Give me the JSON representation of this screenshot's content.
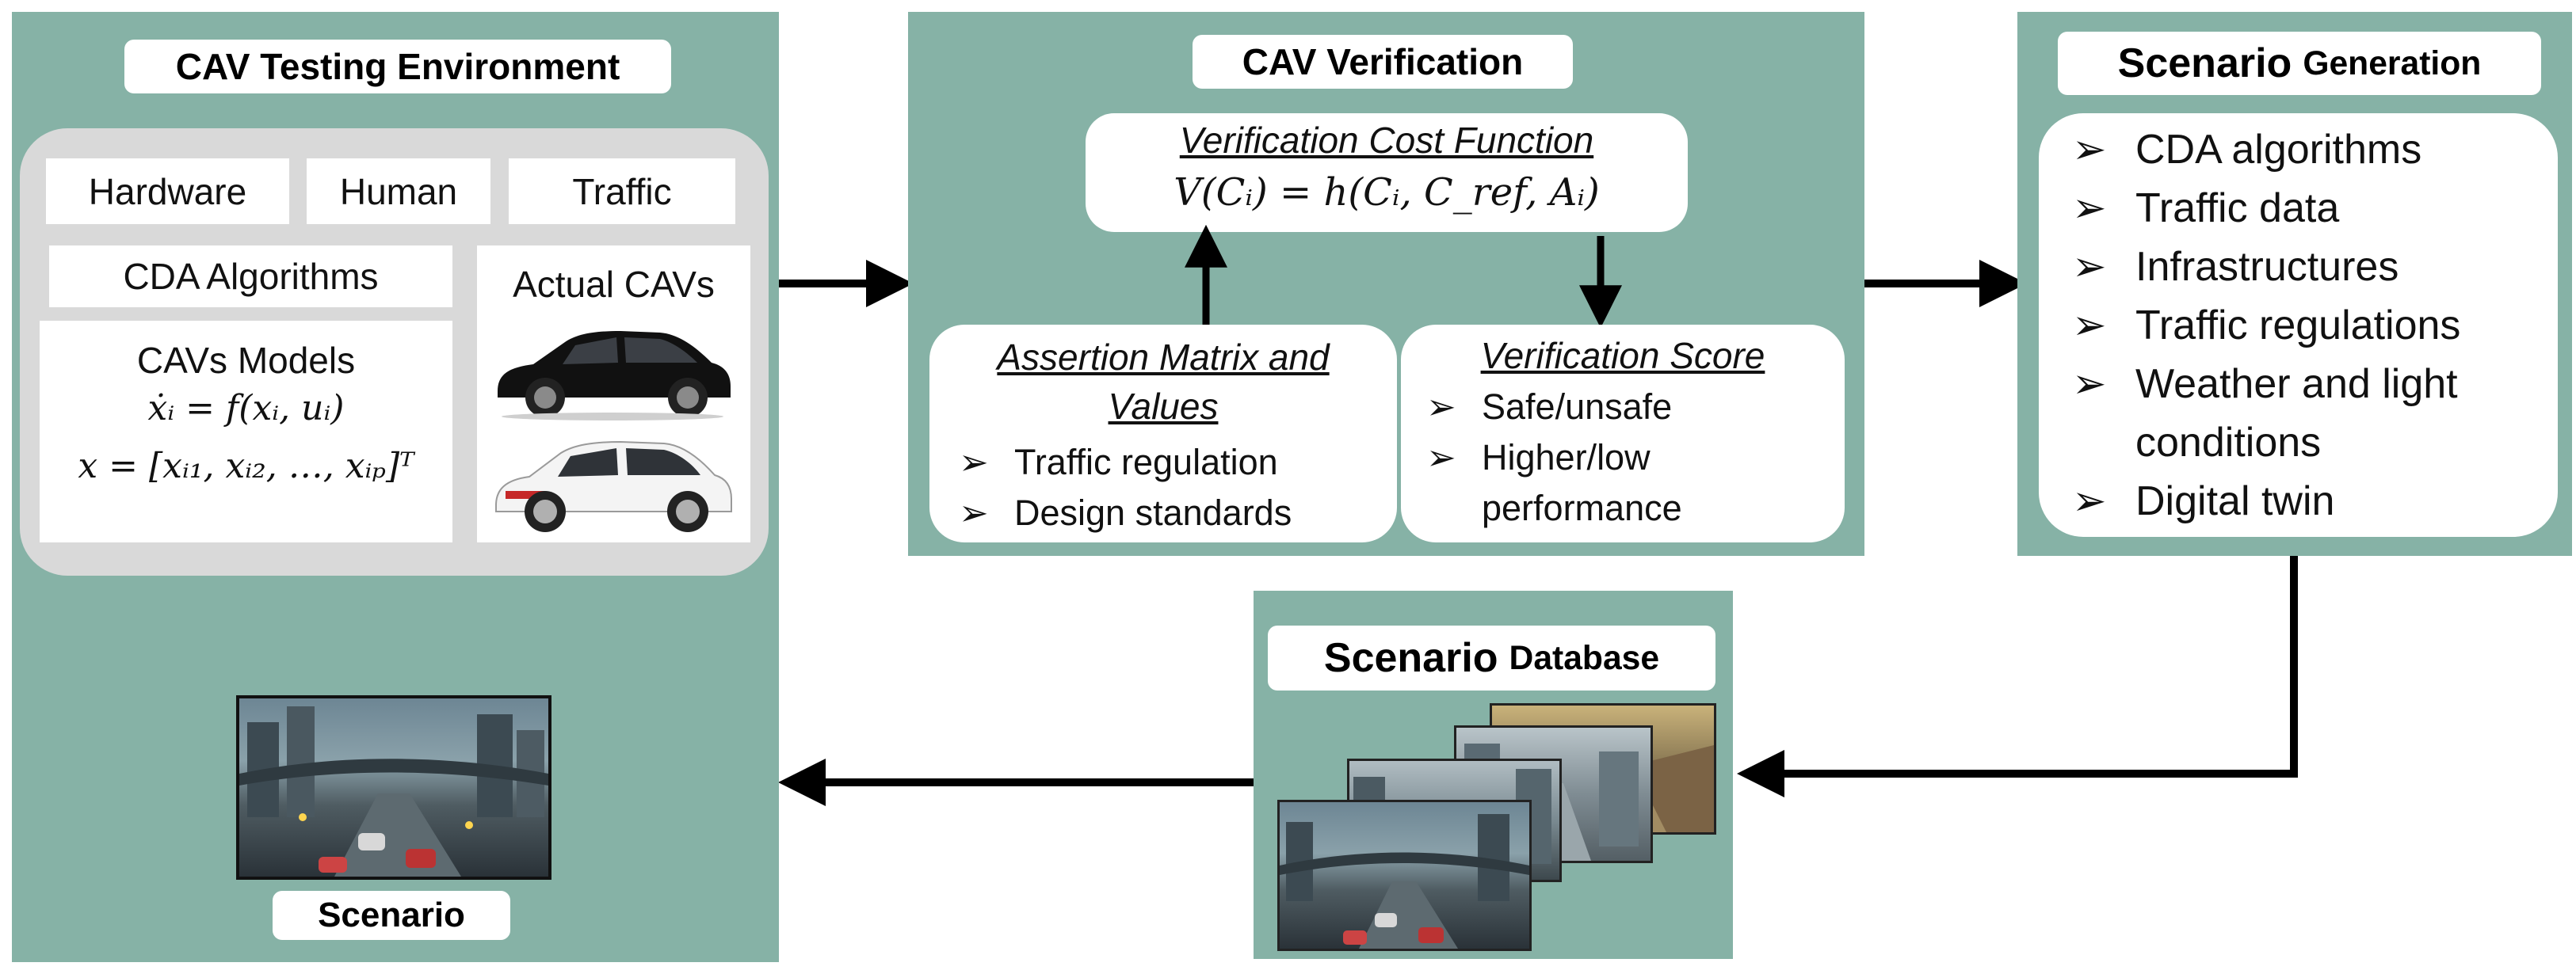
{
  "testing_environment": {
    "title": "CAV Testing Environment",
    "hardware": "Hardware",
    "human": "Human",
    "traffic": "Traffic",
    "cda_algorithms": "CDA Algorithms",
    "actual_cavs": "Actual CAVs",
    "models_title": "CAVs Models",
    "model_eq_1": "ẋᵢ = f(xᵢ, uᵢ)",
    "model_eq_2": "x = [xᵢ₁, xᵢ₂, …, xᵢₚ]ᵀ",
    "scenario_label": "Scenario"
  },
  "verification": {
    "title": "CAV Verification",
    "cost_title": "Verification Cost Function",
    "cost_eq": "V(Cᵢ) = h(Cᵢ, C_ref, Aᵢ)",
    "assertion_title": "Assertion Matrix and Values",
    "assertion_items": [
      "Traffic regulation",
      "Design standards"
    ],
    "score_title": "Verification Score",
    "score_items": [
      "Safe/unsafe",
      "Higher/low performance"
    ]
  },
  "generation": {
    "title_main": "Scenario",
    "title_small": "Generation",
    "items": [
      "CDA algorithms",
      "Traffic data",
      "Infrastructures",
      "Traffic regulations",
      "Weather and light conditions",
      "Digital twin"
    ]
  },
  "database": {
    "title_main": "Scenario",
    "title_small": "Database"
  },
  "colors": {
    "panel": "#86b2a6",
    "inner_gray": "#d9d9d9",
    "arrow": "#000000"
  },
  "icons": {
    "bullet": "arrowhead-bullet-icon"
  }
}
